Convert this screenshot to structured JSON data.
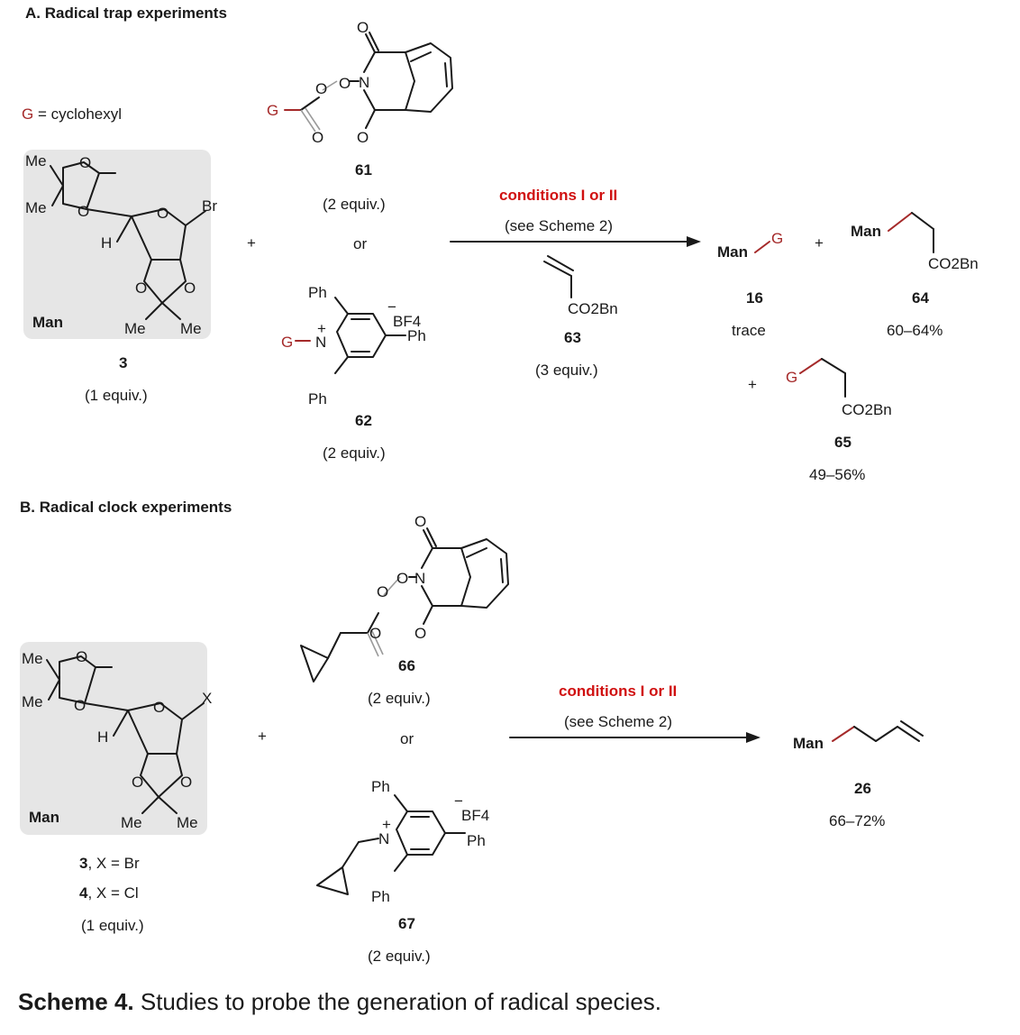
{
  "section_a": {
    "title": "A. Radical trap experiments",
    "g_def_prefix": "G",
    "g_def_suffix": " = cyclohexyl",
    "substrate": {
      "label": "Man",
      "number": "3",
      "equiv": "(1 equiv.)"
    },
    "reagent_61": {
      "number": "61",
      "equiv": "(2 equiv.)"
    },
    "or": "or",
    "reagent_62": {
      "number": "62",
      "equiv": "(2 equiv.)",
      "counterion": "BF4"
    },
    "plus": "+",
    "conditions": "conditions I or II",
    "see_scheme": "(see Scheme 2)",
    "trap": {
      "group": "CO2Bn",
      "number": "63",
      "equiv": "(3 equiv.)"
    },
    "product_16": {
      "label": "Man",
      "number": "16",
      "yield": "trace"
    },
    "product_64": {
      "label": "Man",
      "group": "CO2Bn",
      "number": "64",
      "yield": "60–64%"
    },
    "product_65": {
      "group": "CO2Bn",
      "number": "65",
      "yield": "49–56%"
    }
  },
  "section_b": {
    "title": "B. Radical clock experiments",
    "substrate": {
      "label": "Man",
      "number_3": "3",
      "x_3": ", X = Br",
      "number_4": "4",
      "x_4": ", X = Cl",
      "equiv": "(1 equiv.)"
    },
    "reagent_66": {
      "number": "66",
      "equiv": "(2 equiv.)"
    },
    "or": "or",
    "reagent_67": {
      "number": "67",
      "equiv": "(2 equiv.)",
      "counterion": "BF4"
    },
    "plus": "+",
    "conditions": "conditions I or II",
    "see_scheme": "(see Scheme 2)",
    "product_26": {
      "label": "Man",
      "number": "26",
      "yield": "66–72%"
    }
  },
  "caption": {
    "bold": "Scheme 4.",
    "text": " Studies to probe the generation of radical species."
  },
  "colors": {
    "heteroatom_red": "#a52a2a",
    "conditions_red": "#d01010",
    "box_gray": "#e6e6e6"
  }
}
